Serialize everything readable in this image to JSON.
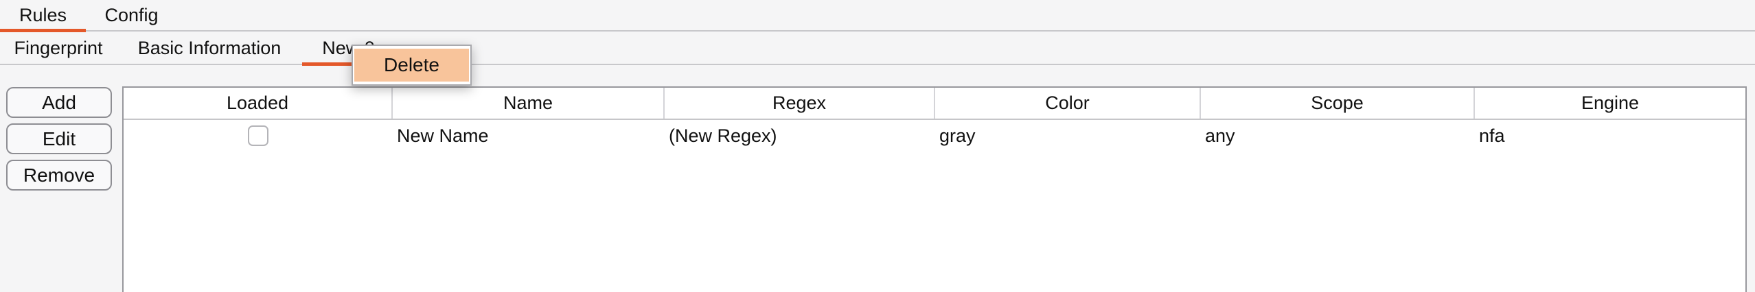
{
  "tabs_primary": [
    {
      "label": "Rules",
      "active": true
    },
    {
      "label": "Config",
      "active": false
    }
  ],
  "tabs_secondary": [
    {
      "label": "Fingerprint",
      "active": false
    },
    {
      "label": "Basic Information",
      "active": false
    },
    {
      "label": "New 0",
      "active": true
    }
  ],
  "context_menu": {
    "items": [
      {
        "label": "Delete",
        "highlighted": true
      }
    ]
  },
  "sidebar_buttons": {
    "add": "Add",
    "edit": "Edit",
    "remove": "Remove"
  },
  "table": {
    "columns": [
      "Loaded",
      "Name",
      "Regex",
      "Color",
      "Scope",
      "Engine"
    ],
    "rows": [
      {
        "loaded": false,
        "name": "New Name",
        "regex": "(New Regex)",
        "color": "gray",
        "scope": "any",
        "engine": "nfa"
      }
    ]
  },
  "colors": {
    "accent_orange": "#e4582a",
    "menu_highlight": "#f8c49b",
    "table_border": "#98989d",
    "background": "#f5f5f6"
  }
}
